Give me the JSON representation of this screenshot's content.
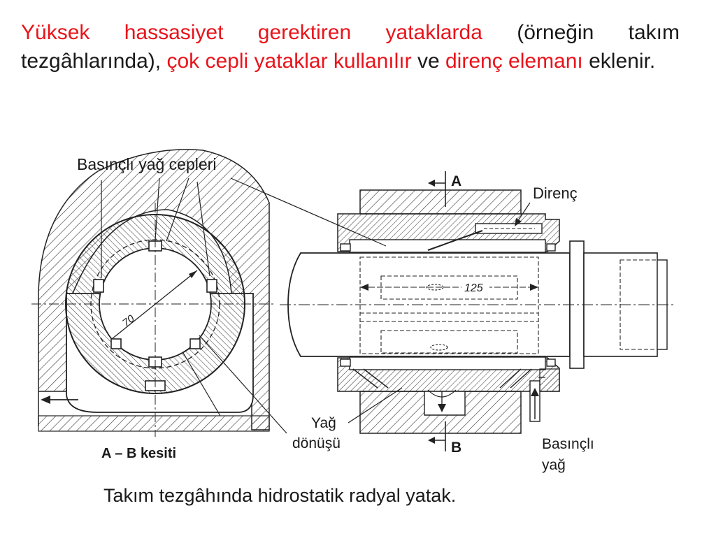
{
  "heading": {
    "p1": "Yüksek hassasiyet gerektiren yataklarda",
    "p2": " (örneğin takım tezgâhlarında), ",
    "p3": "çok cepli yataklar kullanılır",
    "p4": " ve ",
    "p5": "direnç elemanı",
    "p6": " eklenir."
  },
  "labels": {
    "pockets": "Basınçlı yağ cepleri",
    "section_a": "A",
    "section_b": "B",
    "resistor": "Direnç",
    "dim_125": "125",
    "dim_70": "70",
    "oil_return_1": "Yağ",
    "oil_return_2": "dönüşü",
    "pressure_oil_1": "Basınçlı",
    "pressure_oil_2": "yağ",
    "section_title": "A – B kesiti"
  },
  "caption": "Takım tezgâhında hidrostatik radyal yatak."
}
